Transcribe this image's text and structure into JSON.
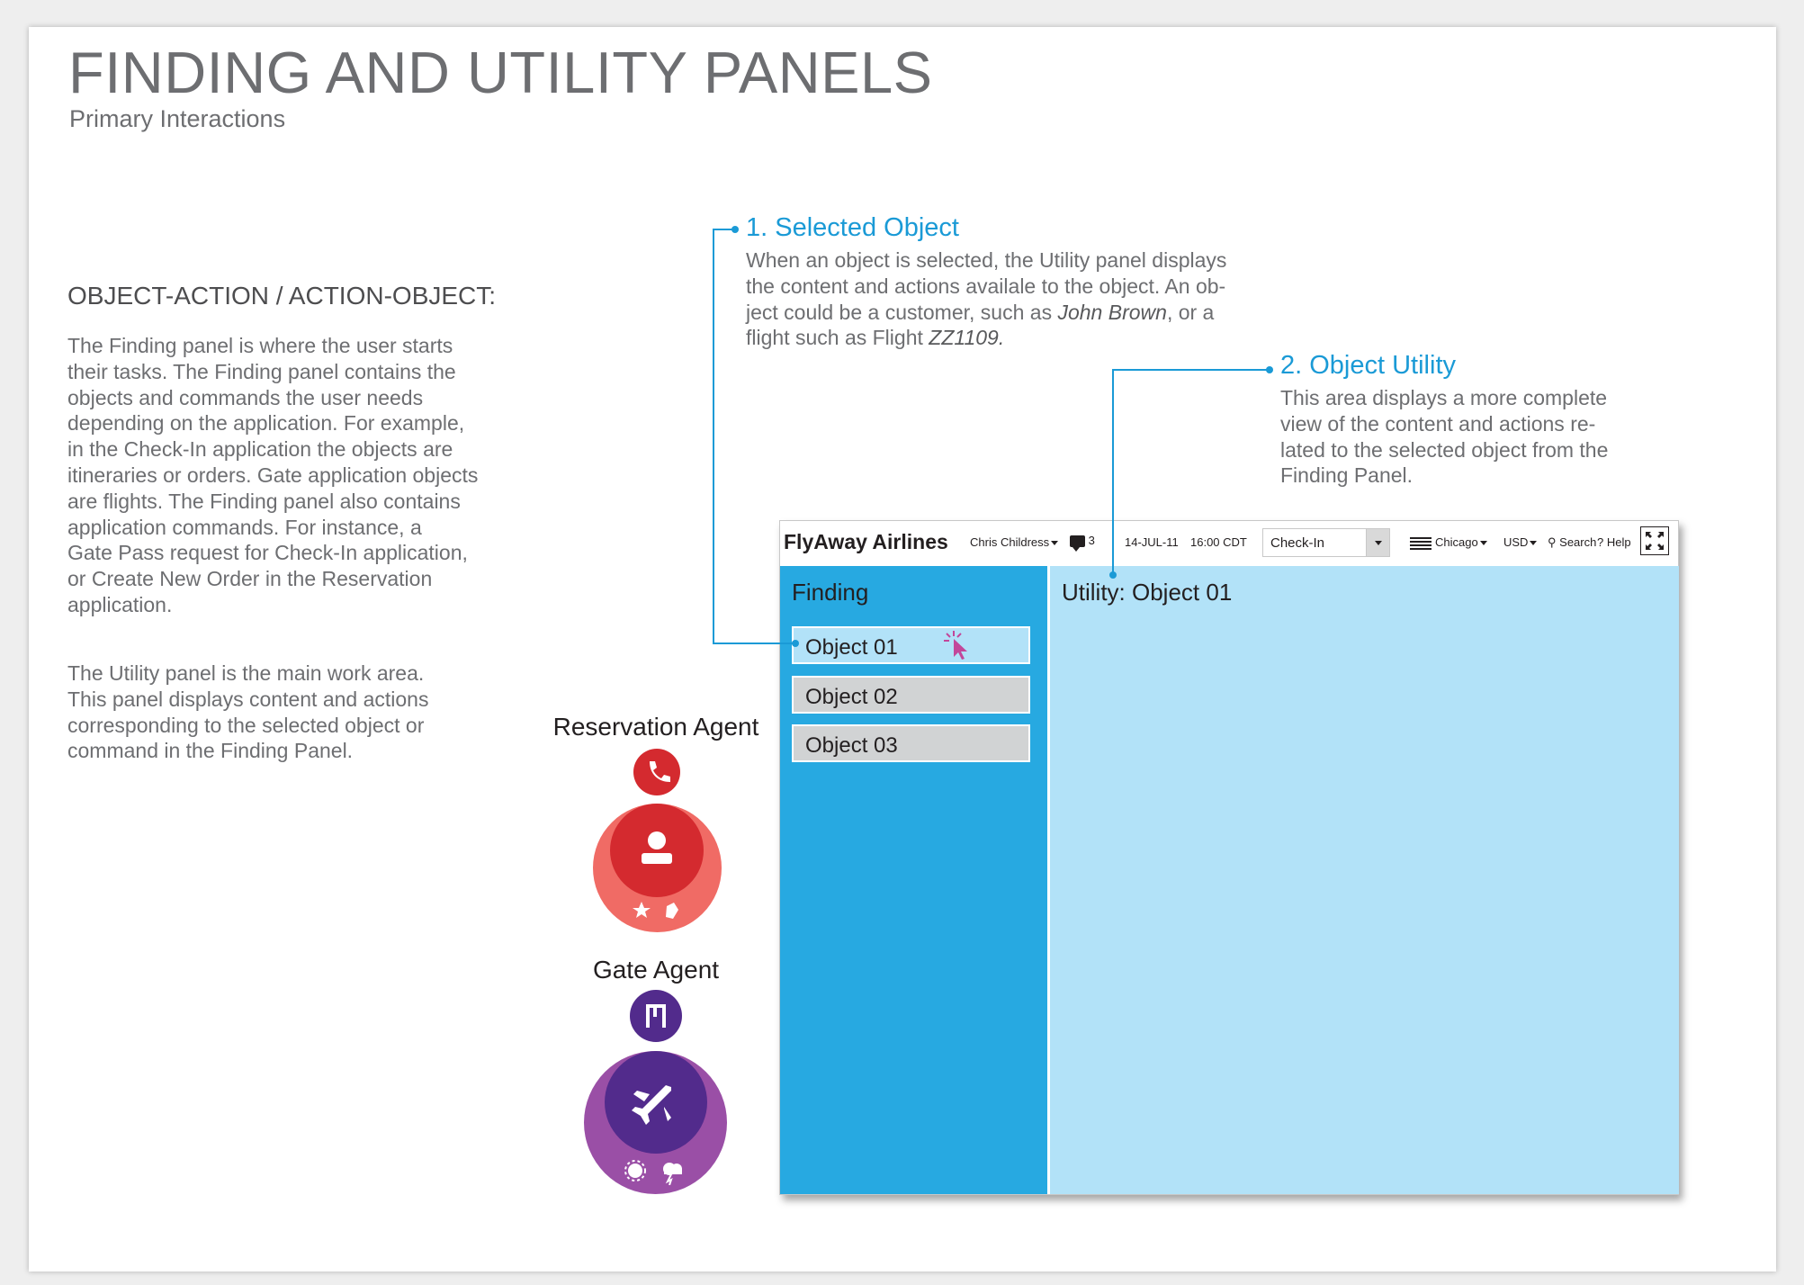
{
  "page": {
    "title": "FINDING AND UTILITY PANELS",
    "subtitle": "Primary Interactions"
  },
  "intro": {
    "heading": "OBJECT-ACTION / ACTION-OBJECT:",
    "para1_lines": [
      "The Finding panel is where the user starts",
      "their tasks. The Finding panel contains the",
      "objects and commands the user needs",
      "depending on the application. For example,",
      "in the Check-In application the objects are",
      "itineraries or orders. Gate application objects",
      "are flights. The Finding panel also contains",
      "application commands. For instance, a",
      "Gate Pass request for Check-In application,",
      "or Create New Order in the Reservation",
      "application."
    ],
    "para2_lines": [
      "The Utility panel is the main work area.",
      "This panel  displays content and actions",
      "corresponding to the selected object or",
      "command in the Finding Panel."
    ]
  },
  "callouts": [
    {
      "title": "1. Selected Object",
      "lines": [
        "When an object is selected, the Utility panel displays",
        "the content and actions availale to the object. An ob-",
        "ject could be a customer, such as ",
        "John Brown",
        ", or a",
        "flight such as Flight ",
        "ZZ1109."
      ]
    },
    {
      "title": "2. Object Utility",
      "lines": [
        "This area displays a more complete",
        "view of the content and actions re-",
        "lated to the selected object from the",
        "Finding Panel."
      ]
    }
  ],
  "agents": [
    {
      "label": "Reservation Agent",
      "top_icon": "phone-icon",
      "center_icon": "person-icon",
      "sub_icons": [
        "star-icon",
        "tag-icon"
      ],
      "colors": {
        "small": "#d42a2f",
        "outer": "#f06b65",
        "inner": "#d42a2f"
      }
    },
    {
      "label": "Gate Agent",
      "top_icon": "gate-icon",
      "center_icon": "airplane-icon",
      "sub_icons": [
        "sun-icon",
        "storm-icon"
      ],
      "colors": {
        "small": "#522b8c",
        "outer": "#9a4fa6",
        "inner": "#522b8c"
      }
    }
  ],
  "app": {
    "brand": "FlyAway Airlines",
    "user": "Chris Childress",
    "message_count": "3",
    "date": "14-JUL-11",
    "time": "16:00 CDT",
    "app_select": "Check-In",
    "location": "Chicago",
    "currency": "USD",
    "search": "Search",
    "help": "Help",
    "finding_title": "Finding",
    "objects": [
      "Object 01",
      "Object 02",
      "Object 03"
    ],
    "selected_index": 0,
    "utility_title": "Utility: Object 01"
  },
  "colors": {
    "accent_blue": "#1a9ad6",
    "finding_blue": "#27a9e1",
    "utility_blue": "#b2e2f8",
    "cursor_magenta": "#c2479a"
  }
}
